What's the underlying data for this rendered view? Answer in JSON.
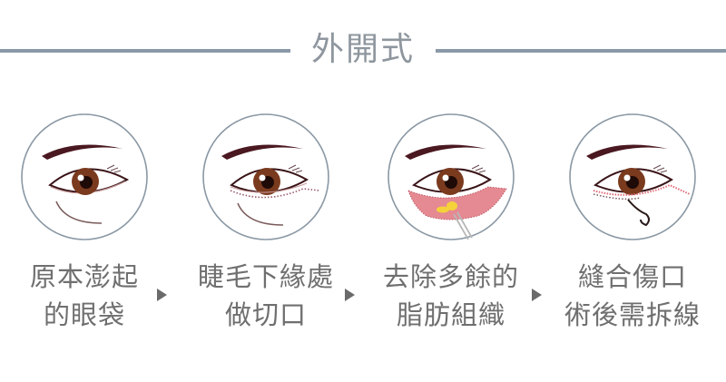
{
  "header": {
    "title": "外開式"
  },
  "colors": {
    "rule": "#8a99a8",
    "title_text": "#8e969e",
    "label_text": "#6f6f6f",
    "circle_stroke": "#8a98a4",
    "eyebrow": "#4a1820",
    "iris": "#7a3a1e",
    "incision_dots": "#c86a78",
    "fat_tissue_fill": "#e58a92",
    "fat": "#f5d23a",
    "arrow": "#6a6a6a"
  },
  "steps": [
    {
      "icon": "eye-bag-original-icon",
      "line1": "原本澎起",
      "line2": "的眼袋"
    },
    {
      "icon": "eyelash-incision-icon",
      "line1": "睫毛下緣處",
      "line2": "做切口"
    },
    {
      "icon": "fat-removal-icon",
      "line1": "去除多餘的",
      "line2": "脂肪組織"
    },
    {
      "icon": "suture-icon",
      "line1": "縫合傷口",
      "line2": "術後需拆線"
    }
  ],
  "arrows": [
    {
      "icon": "arrow-right-icon"
    },
    {
      "icon": "arrow-right-icon"
    },
    {
      "icon": "arrow-right-icon"
    }
  ]
}
